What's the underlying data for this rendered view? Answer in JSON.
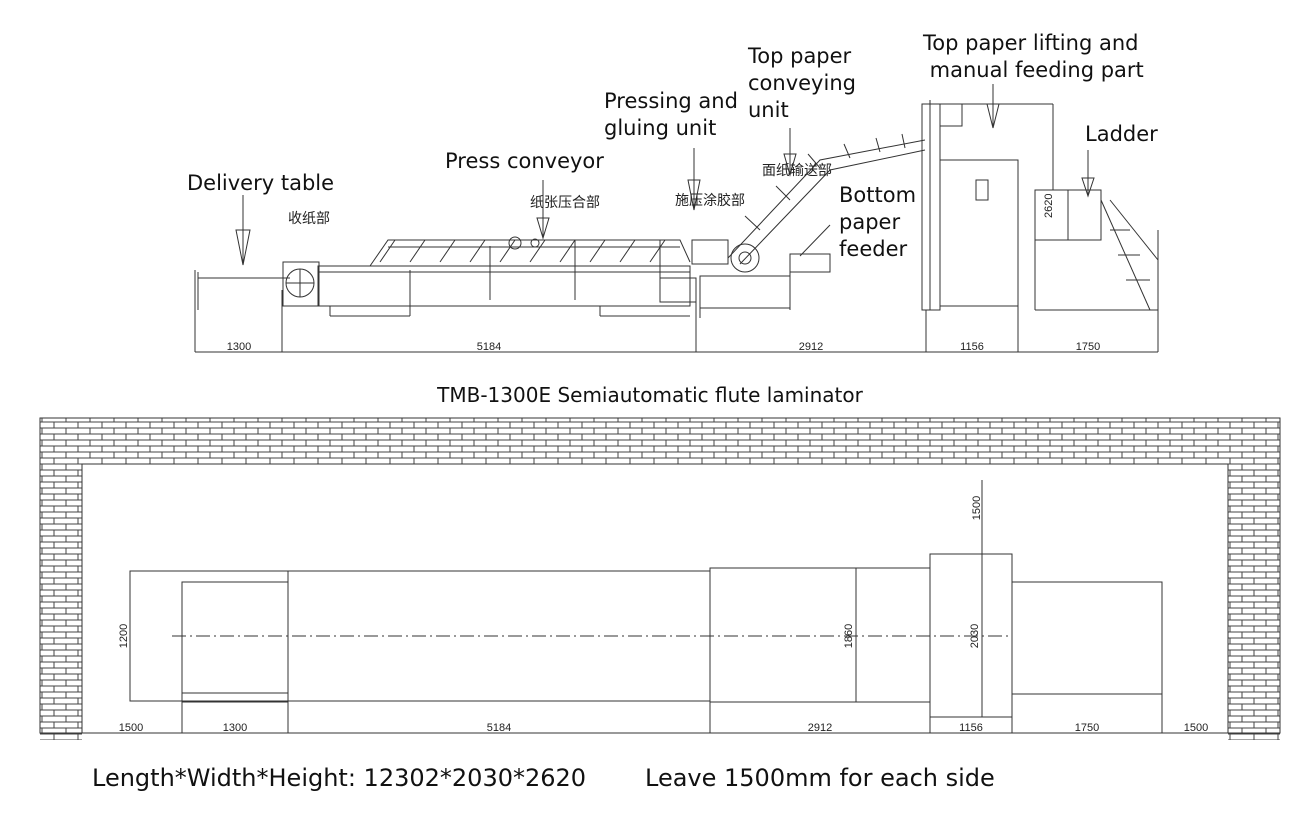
{
  "labels": {
    "delivery_table": "Delivery table",
    "press_conveyor": "Press conveyor",
    "pressing_gluing": "Pressing and\ngluing unit",
    "top_paper_conveying": "Top paper\nconveying\nunit",
    "top_paper_lifting": "Top paper lifting and\n manual feeding part",
    "ladder": "Ladder",
    "bottom_paper_feeder": "Bottom\npaper\nfeeder"
  },
  "cn_labels": {
    "delivery": "收纸部",
    "press": "纸张压合部",
    "glue": "施压涂胶部",
    "top": "面纸输送部"
  },
  "side_dims": [
    "1300",
    "5184",
    "2912",
    "1156",
    "1750"
  ],
  "side_height": "2620",
  "title": "TMB-1300E Semiautomatic flute laminator",
  "plan_dims": {
    "bottom": [
      "1500",
      "1300",
      "5184",
      "2912",
      "1156",
      "1750",
      "1500"
    ],
    "vertical": [
      "1200",
      "1860",
      "2030",
      "1500"
    ]
  },
  "footer": {
    "size": "Length*Width*Height: 12302*2030*2620",
    "clearance": "Leave 1500mm for each side"
  }
}
